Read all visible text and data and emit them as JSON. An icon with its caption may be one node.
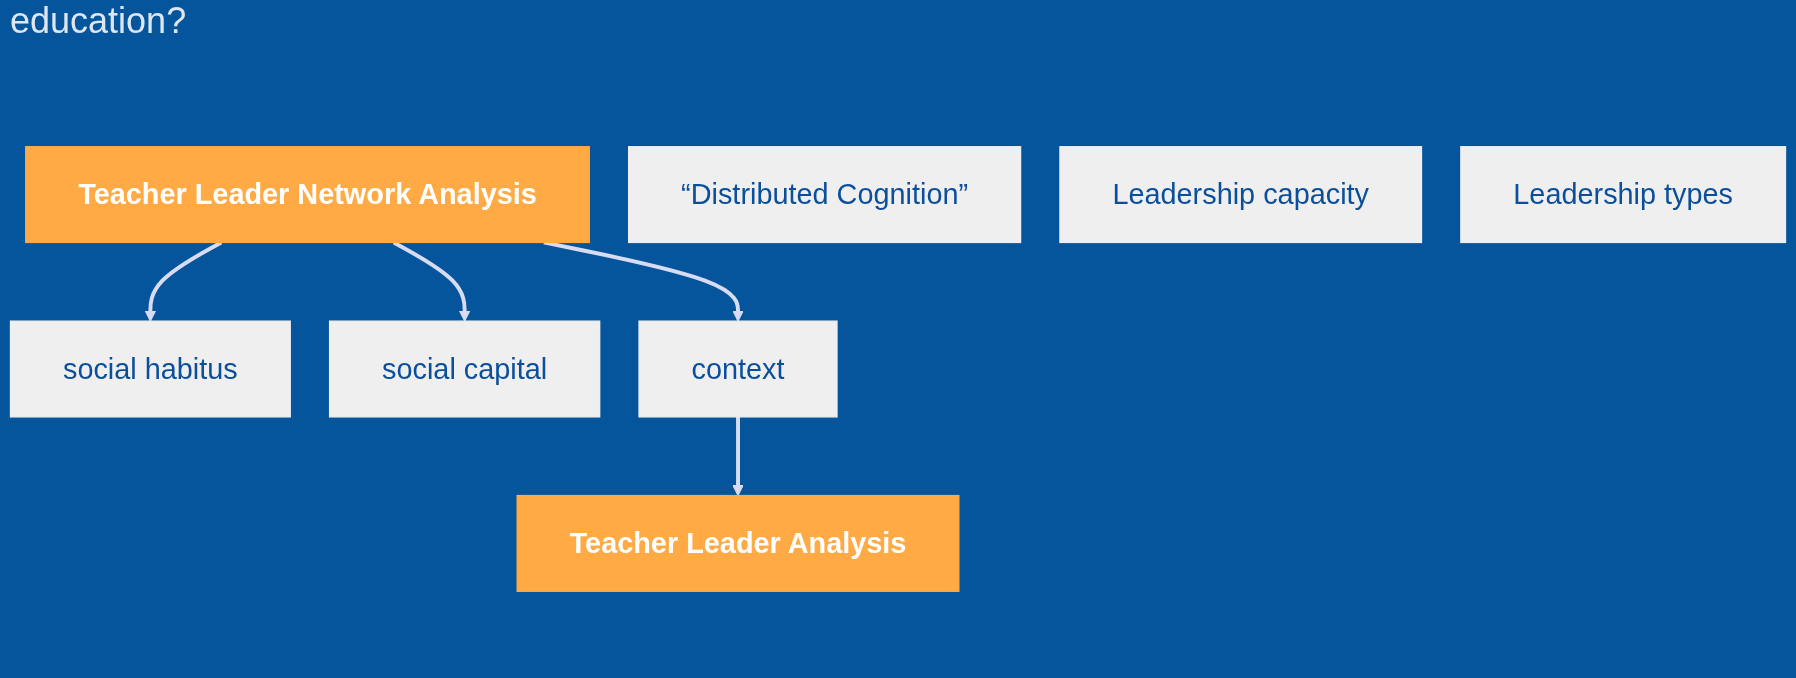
{
  "diagram": {
    "nodes": [
      {
        "text": [
          "Teacher Leader Network Analysis"
        ]
      },
      {
        "text": [
          "social habitus"
        ]
      },
      {
        "text": [
          "social capital"
        ]
      },
      {
        "text": [
          "context"
        ]
      },
      {
        "text": [
          "“Distributed Cognition”"
        ]
      },
      {
        "text": [
          "Teacher Leader Analysis"
        ]
      },
      {
        "text": [
          "Leadership capacity"
        ]
      },
      {
        "text": [
          "Leadership types"
        ]
      }
    ],
    "edges": [
      {
        "from": 0,
        "to": 1,
        "arrow": "to"
      },
      {
        "from": 0,
        "to": 2,
        "arrow": "to"
      },
      {
        "from": 0,
        "to": 3,
        "arrow": "to"
      },
      {
        "from": 3,
        "to": 5,
        "arrow": "to"
      }
    ],
    "labels": [
      "education?"
    ]
  }
}
